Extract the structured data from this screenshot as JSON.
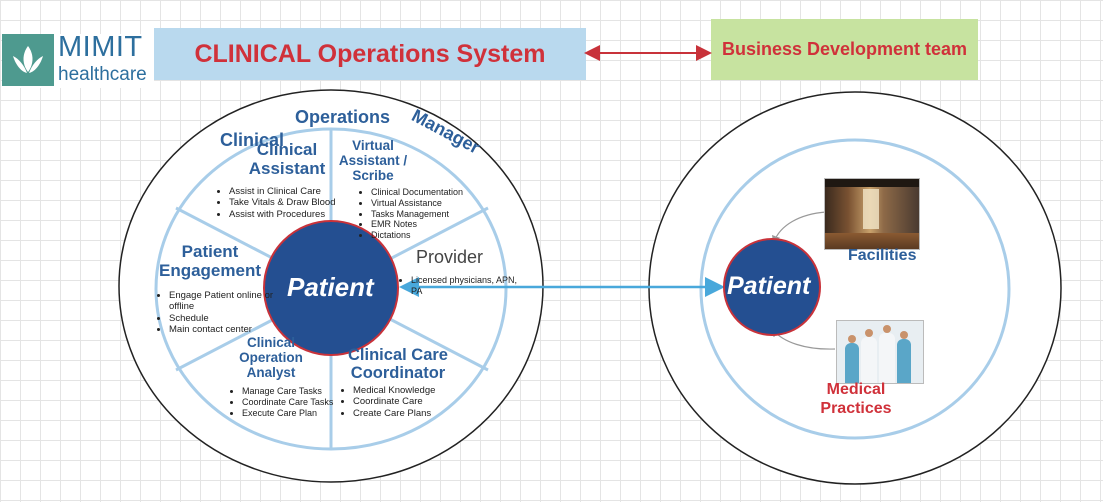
{
  "logo": {
    "brand_top": "MIMIT",
    "brand_bottom": "healthcare"
  },
  "header": {
    "title": "CLINICAL Operations System",
    "business": "Business Development team"
  },
  "left": {
    "ring_label_words": [
      "Clinical",
      "Operations",
      "Manager"
    ],
    "center": "Patient",
    "clinical_assistant": {
      "title": "Clinical Assistant",
      "items": [
        "Assist in Clinical Care",
        "Take Vitals & Draw Blood",
        "Assist with Procedures"
      ]
    },
    "virtual_assistant": {
      "title": "Virtual Assistant / Scribe",
      "items": [
        "Clinical Documentation",
        "Virtual Assistance",
        "Tasks Management",
        "EMR Notes",
        "Dictations"
      ]
    },
    "provider": {
      "title": "Provider",
      "items": [
        "Licensed physicians, APN, PA"
      ]
    },
    "patient_engagement": {
      "title": "Patient Engagement",
      "items": [
        "Engage Patient online or offline",
        "Schedule",
        "Main contact center"
      ]
    },
    "operation_analyst": {
      "title": "Clinical Operation Analyst",
      "items": [
        "Manage Care Tasks",
        "Coordinate Care Tasks",
        "Execute Care Plan"
      ]
    },
    "care_coordinator": {
      "title": "Clinical Care Coordinator",
      "items": [
        "Medical Knowledge",
        "Coordinate Care",
        "Create Care Plans"
      ]
    }
  },
  "right": {
    "center": "Patient",
    "facilities": "Facilities",
    "medical_practices": "Medical Practices"
  },
  "colors": {
    "title_red": "#d0313a",
    "segment_blue": "#2d5f9a",
    "patient_fill": "#244f91",
    "ring": "#a8cde9",
    "connector": "#49a8db"
  }
}
